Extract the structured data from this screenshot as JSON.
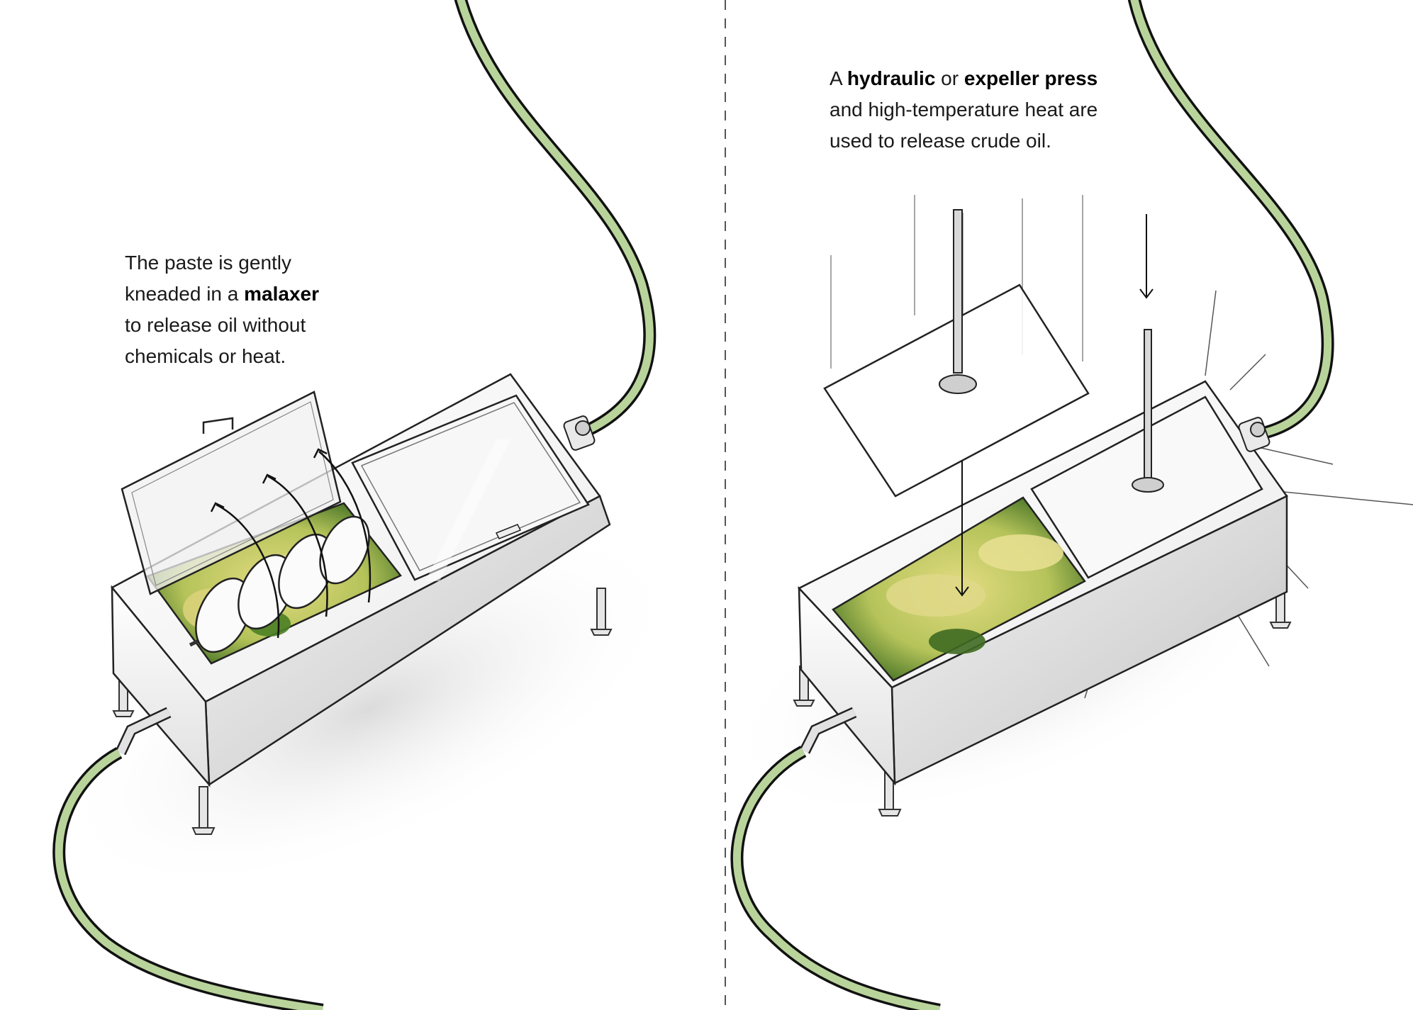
{
  "left_panel": {
    "caption": {
      "line1": "The paste is gently",
      "line2_pre": "kneaded in a ",
      "line2_bold": "malaxer",
      "line3": "to release oil without",
      "line4": "chemicals or heat."
    }
  },
  "right_panel": {
    "caption": {
      "line1_pre": "A ",
      "line1_bold1": "hydraulic",
      "line1_mid": " or ",
      "line1_bold2": "expeller press",
      "line2": "and high-temperature heat are",
      "line3": "used to release crude oil."
    }
  },
  "colors": {
    "hose_fill": "#b9d49b",
    "hose_outline": "#111111",
    "steel_light": "#f2f2f2",
    "steel_mid": "#d9d9d9",
    "steel_dark": "#a8a8a8",
    "paste_yellow": "#d8d270",
    "paste_green": "#5f9a2e",
    "divider": "#555555"
  }
}
